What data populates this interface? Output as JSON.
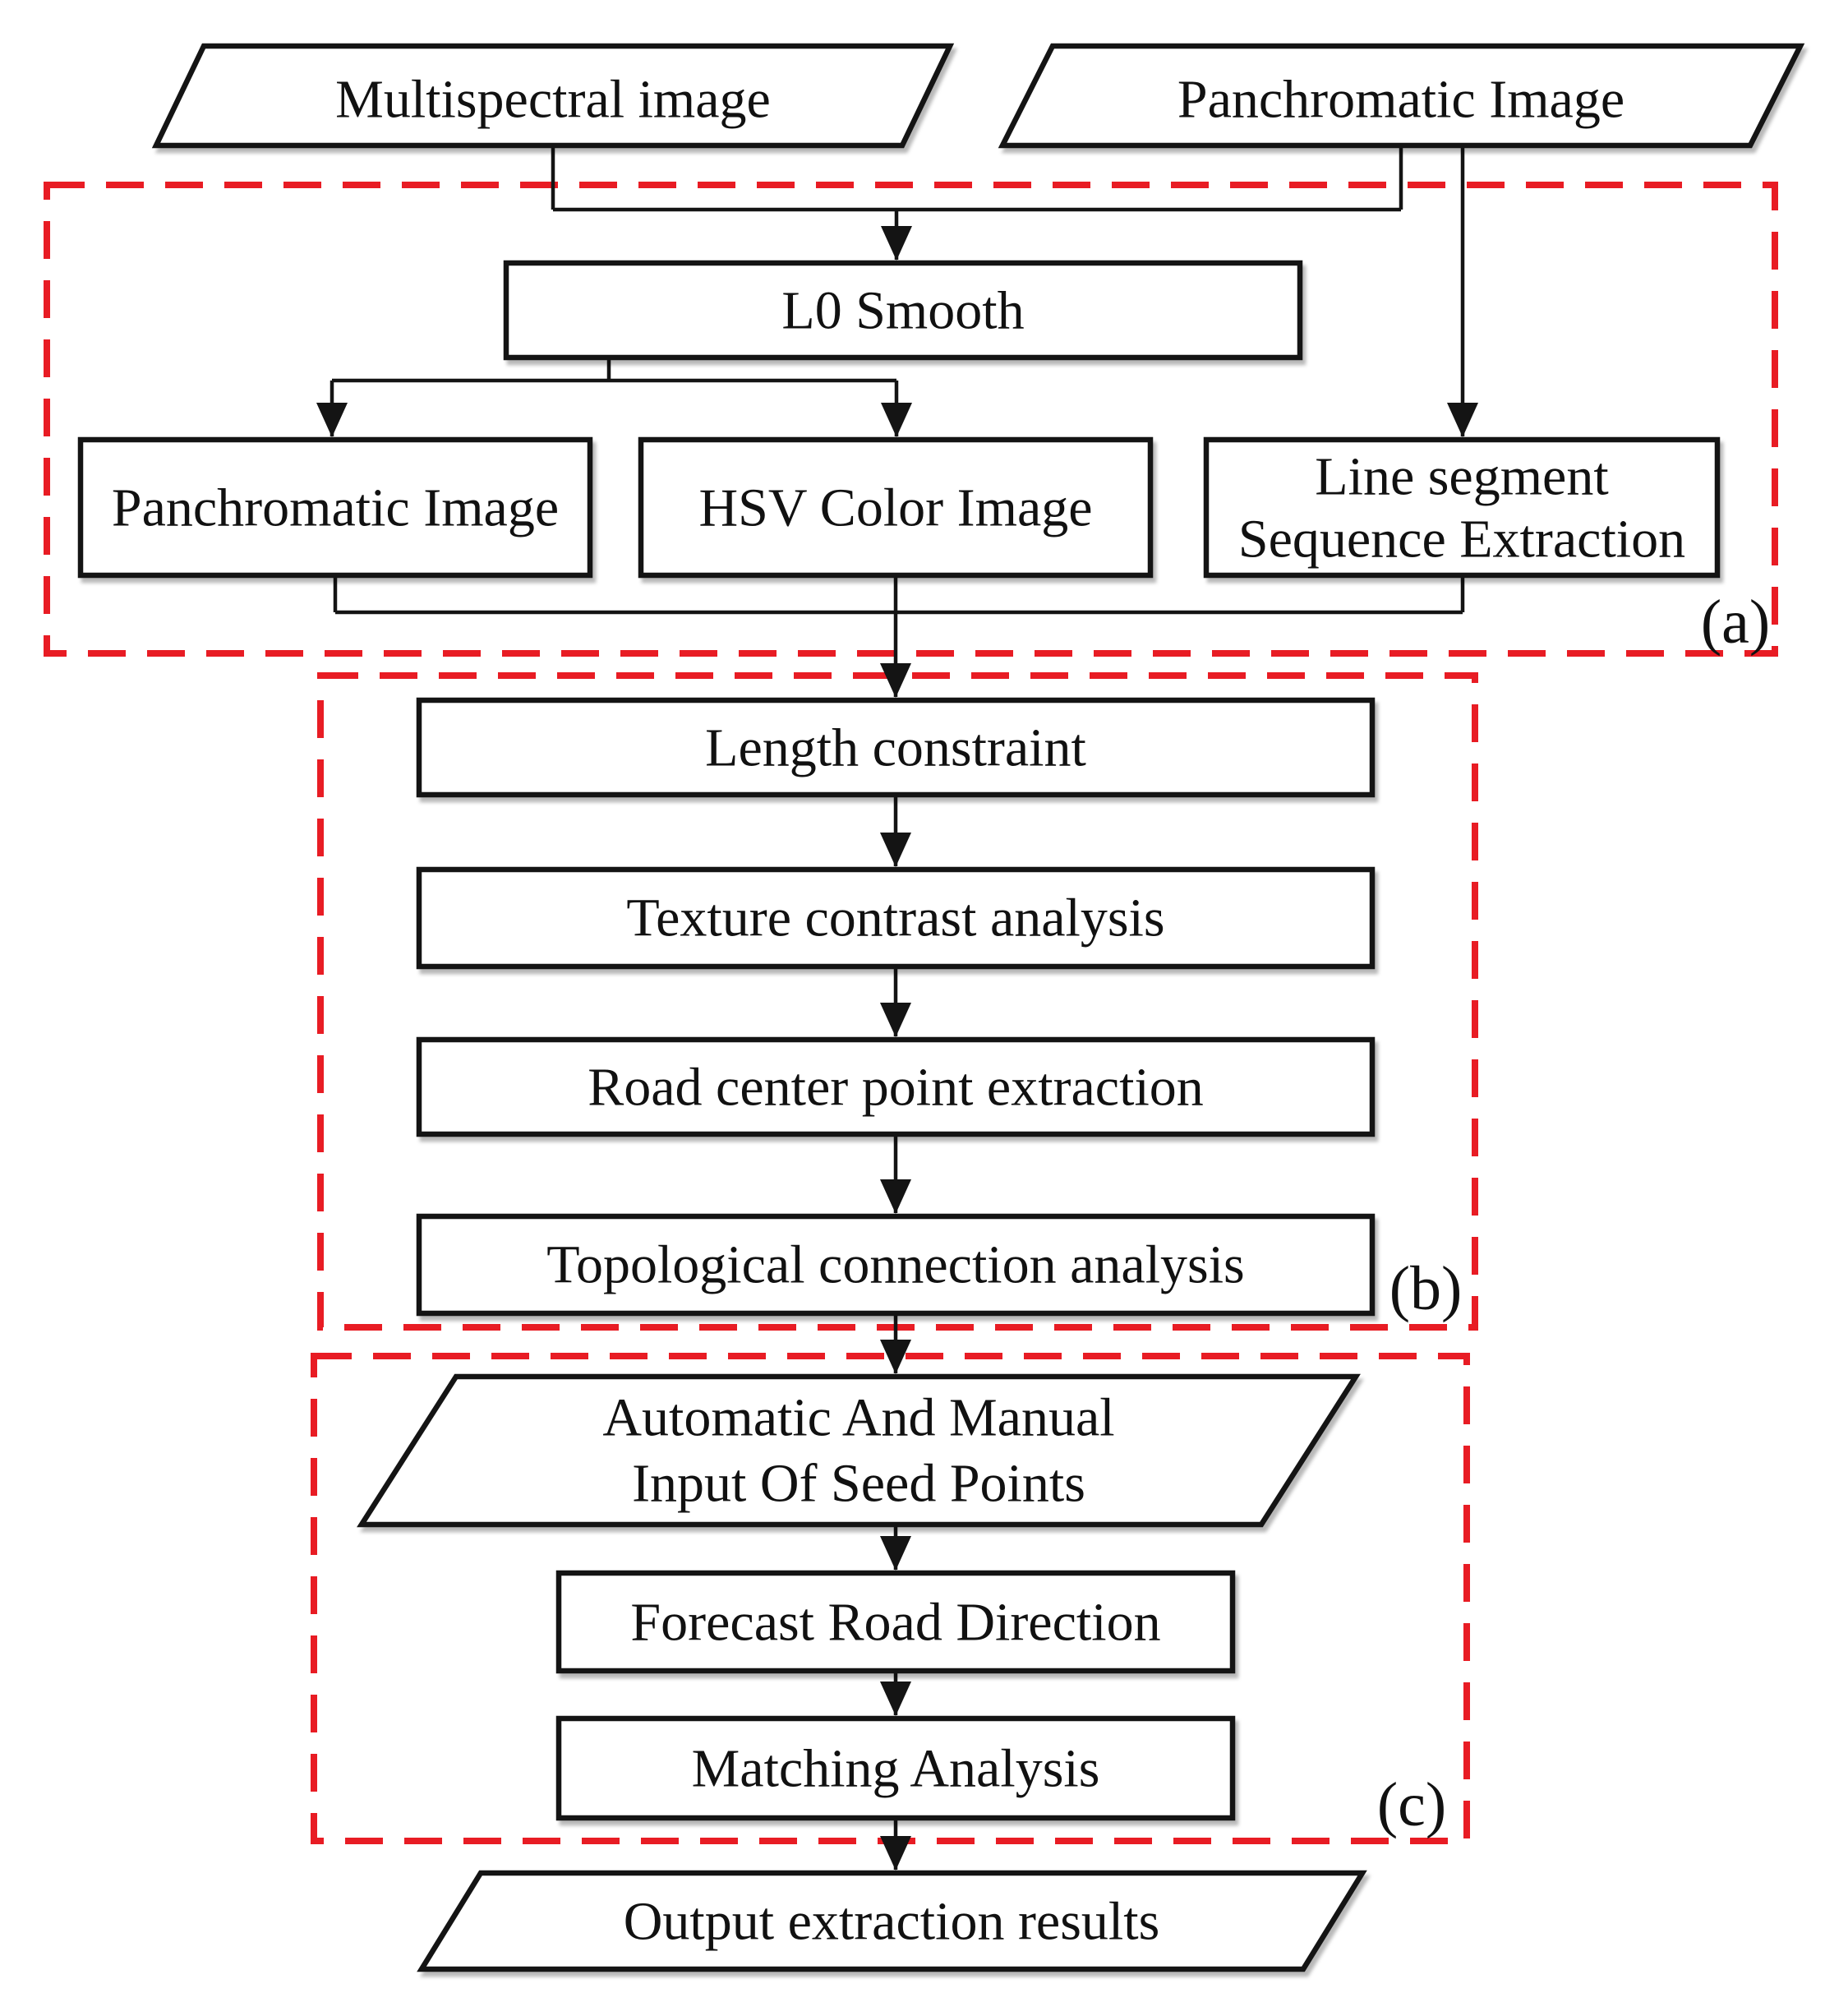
{
  "diagram": {
    "inputs": {
      "multispectral": "Multispectral image",
      "panchromatic": "Panchromatic Image"
    },
    "stage_a": {
      "label": "(a)",
      "l0_smooth": "L0 Smooth",
      "panchromatic": "Panchromatic Image",
      "hsv": "HSV Color Image",
      "line_segment": {
        "line1": "Line segment",
        "line2": "Sequence Extraction"
      }
    },
    "stage_b": {
      "label": "(b)",
      "length_constraint": "Length constraint",
      "texture_contrast": "Texture contrast analysis",
      "road_center": "Road center point extraction",
      "topological": "Topological connection analysis"
    },
    "stage_c": {
      "label": "(c)",
      "seed_points": {
        "line1": "Automatic And Manual",
        "line2": "Input Of Seed Points"
      },
      "forecast": "Forecast Road Direction",
      "matching": "Matching Analysis"
    },
    "output": "Output extraction results",
    "colors": {
      "stage_border": "#e81c24",
      "shape_border": "#141414",
      "shape_fill": "#ffffff",
      "text": "#111111",
      "background": "#ffffff"
    }
  }
}
